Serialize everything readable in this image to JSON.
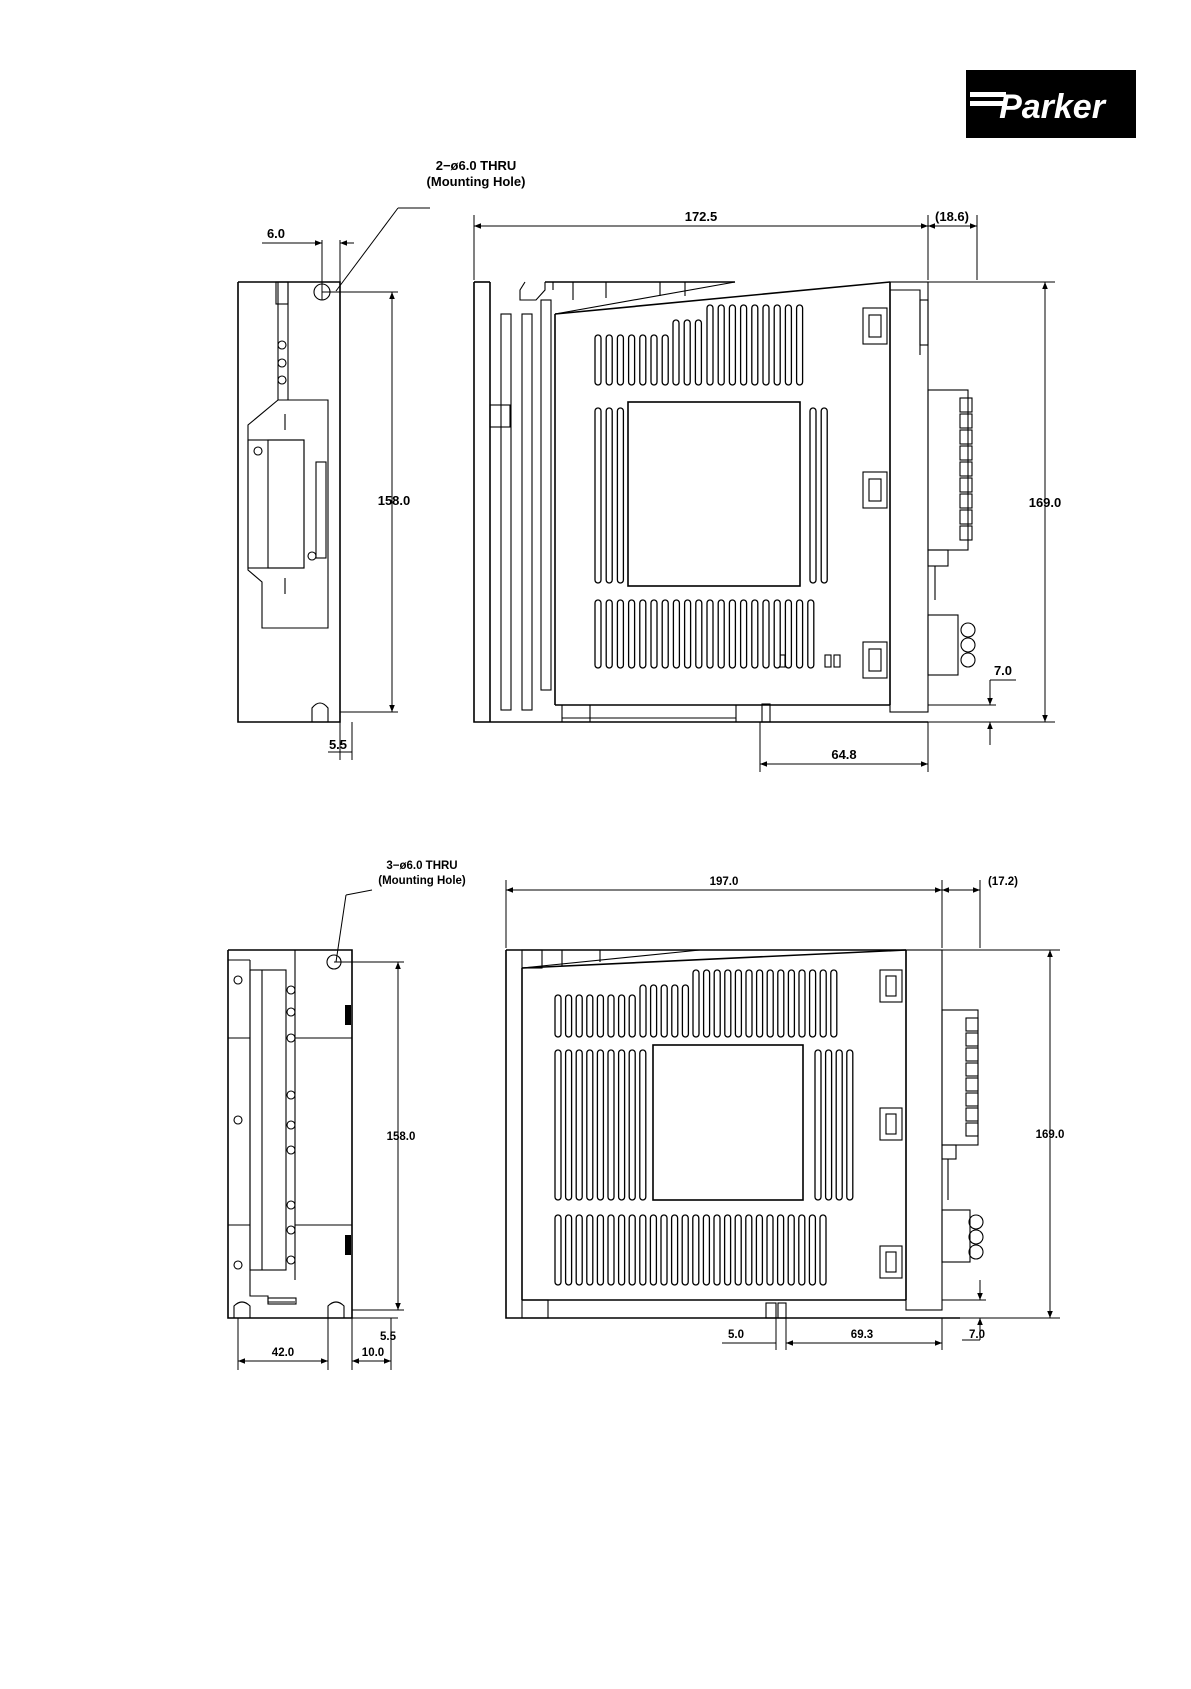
{
  "brand": {
    "logo_text": "Parker"
  },
  "drawing_top": {
    "hole_note": {
      "line1": "2−ø6.0 THRU",
      "line2": "(Mounting Hole)"
    },
    "dims": {
      "hole_offset": "6.0",
      "hole_pitch": "158.0",
      "bottom_offset": "5.5",
      "depth": "172.5",
      "connector_depth": "(18.6)",
      "height": "169.0",
      "foot": "7.0",
      "connector_offset": "64.8"
    }
  },
  "drawing_bottom": {
    "hole_note": {
      "line1": "3−ø6.0 THRU",
      "line2": "(Mounting Hole)"
    },
    "dims": {
      "hole_pitch": "158.0",
      "bottom_offset": "5.5",
      "hole_spacing": "42.0",
      "edge_offset": "10.0",
      "depth": "197.0",
      "connector_depth": "(17.2)",
      "height": "169.0",
      "foot": "7.0",
      "small_offset": "5.0",
      "connector_offset": "69.3"
    }
  }
}
